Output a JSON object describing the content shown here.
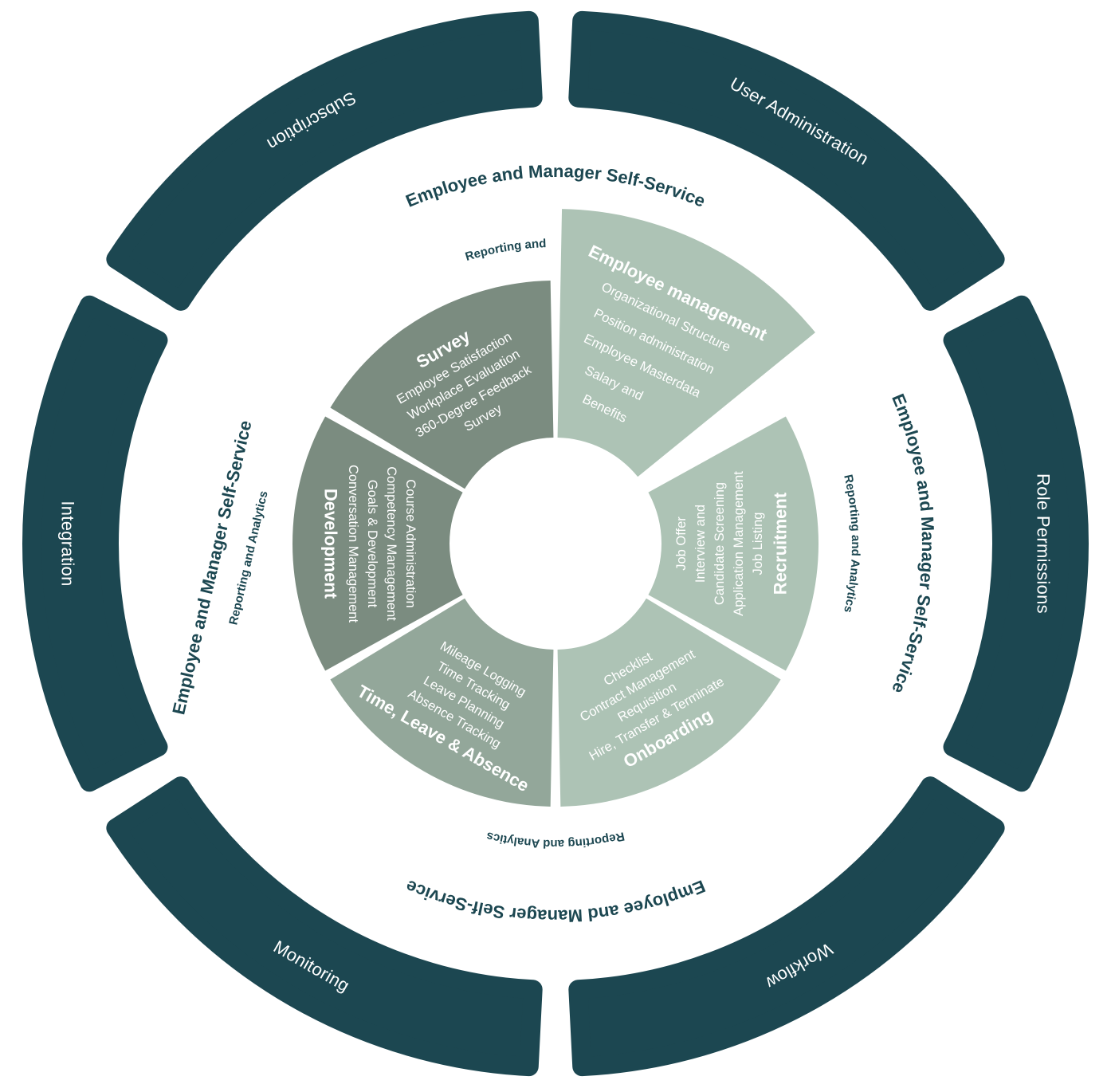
{
  "colors": {
    "outer_ring": "#1c4751",
    "dark_label": "#1c4751",
    "survey": "#7b8c80",
    "development": "#7b8c80",
    "time_leave": "#93a79a",
    "onboarding": "#adc3b5",
    "recruitment": "#adc3b5",
    "employee_management": "#adc3b5"
  },
  "outer_ring": [
    "Subscription",
    "User Administration",
    "Role Permissions",
    "Workflow",
    "Monitoring",
    "Integration"
  ],
  "self_service_label": "Employee and Manager Self-Service",
  "top_reporting_label": "Reporting and",
  "reporting_label": "Reporting and Analytics",
  "modules": {
    "survey": {
      "title": "Survey",
      "items": [
        "Employee Satisfaction",
        "Workplace Evaluation",
        "360-Degree Feedback",
        "Survey"
      ]
    },
    "employee_management": {
      "title": "Employee management",
      "items": [
        "Organizational Structure",
        "Position administration",
        "Employee Masterdata",
        "Salary and",
        "Benefits"
      ]
    },
    "recruitment": {
      "title": "Recruitment",
      "items": [
        "Job Listing",
        "Application Management",
        "Candidate Screening",
        "Interview and",
        "Job Offer"
      ]
    },
    "onboarding": {
      "title": "Onboarding",
      "items": [
        "Hire, Transfer & Terminate",
        "Requisition",
        "Contract Management",
        "Checklist"
      ]
    },
    "time_leave": {
      "title": "Time, Leave & Absence",
      "items": [
        "Absence Tracking",
        "Leave Planning",
        "Time Tracking",
        "Mileage Logging"
      ]
    },
    "development": {
      "title": "Development",
      "items": [
        "Conversation Management",
        "Goals & Development",
        "Competency Management",
        "Course Administration"
      ]
    }
  }
}
